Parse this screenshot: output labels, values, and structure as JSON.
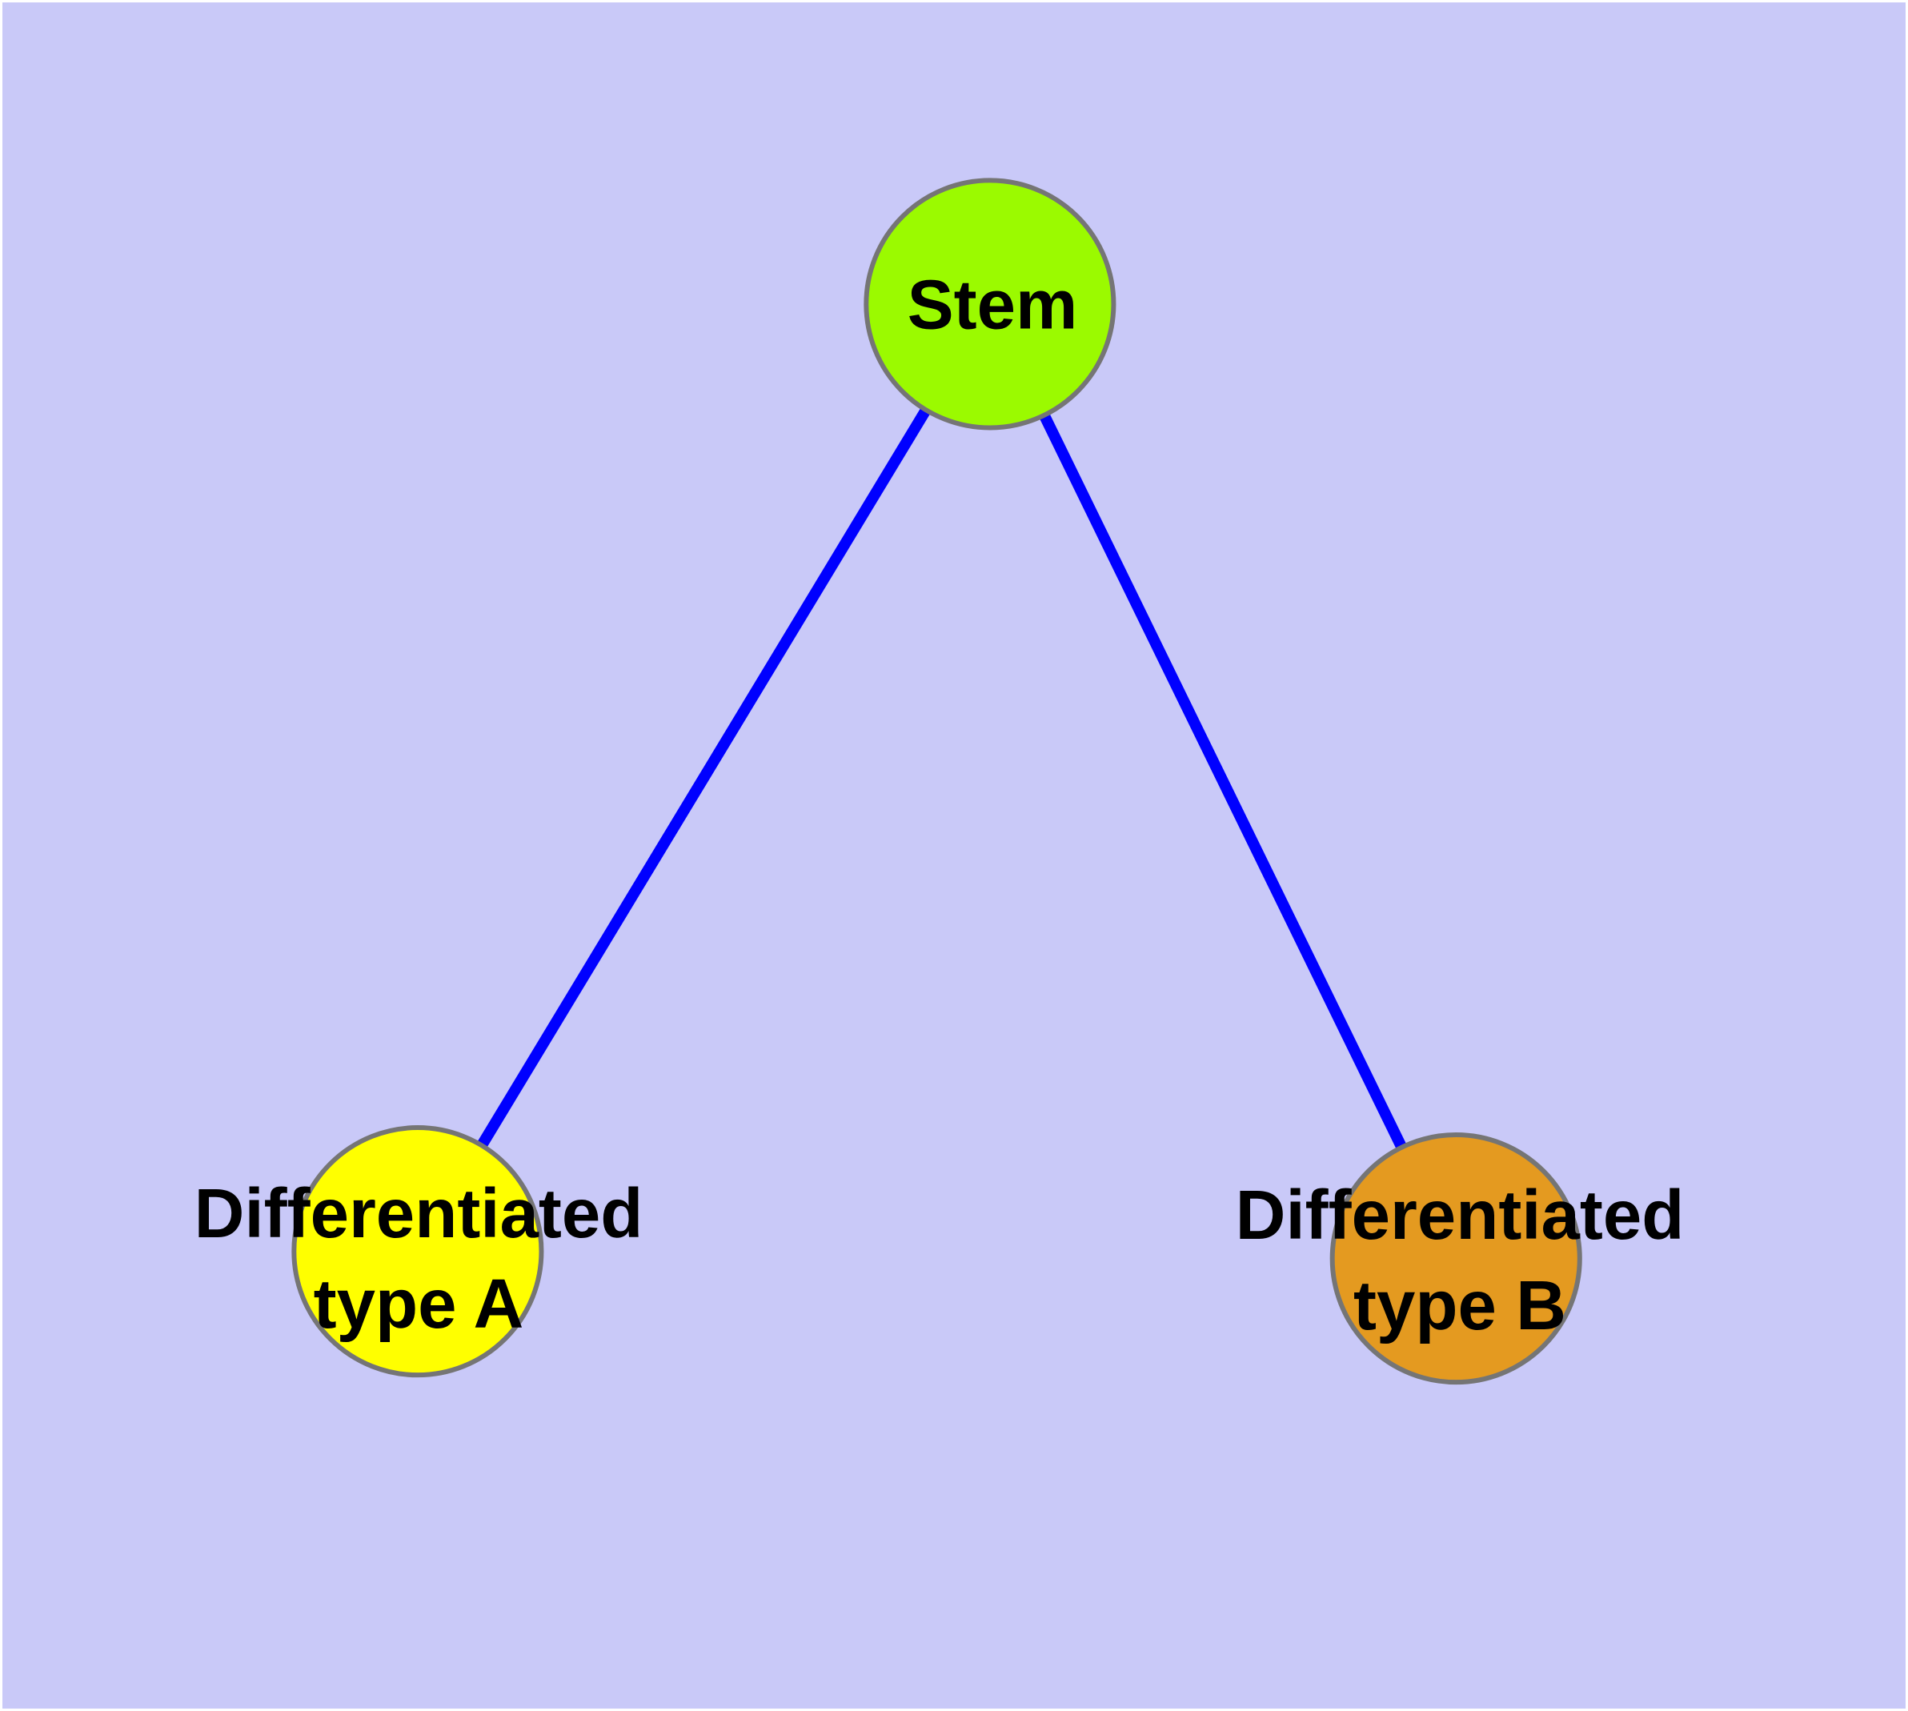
{
  "diagram": {
    "background_color": "#C9C9F8",
    "frame_color": "#FFFFFF",
    "edge_color": "#0000FF",
    "node_border_color": "#757575",
    "label_color": "#000000",
    "nodes": [
      {
        "id": "stem",
        "label": "Stem",
        "fill": "#9BFA00"
      },
      {
        "id": "diff-a",
        "label_line1": "Differentiated",
        "label_line2": "type A",
        "fill": "#FFFF00"
      },
      {
        "id": "diff-b",
        "label_line1": "Differentiated",
        "label_line2": "type B",
        "fill": "#E49A20"
      }
    ],
    "edges": [
      {
        "from": "stem",
        "to": "diff-a"
      },
      {
        "from": "stem",
        "to": "diff-b"
      }
    ]
  }
}
